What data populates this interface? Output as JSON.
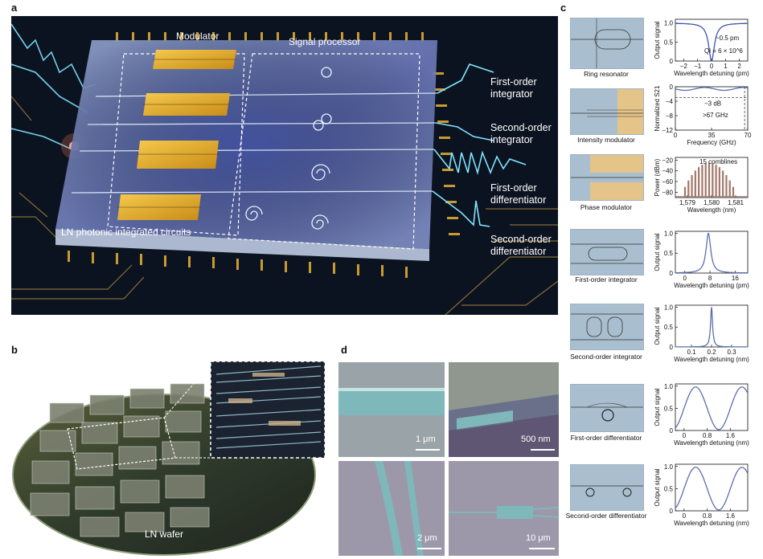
{
  "panel_labels": {
    "a": "a",
    "b": "b",
    "c": "c",
    "d": "d"
  },
  "panel_a": {
    "modulator": "Modulator",
    "signal_processor": "Signal processor",
    "first_order_integrator": [
      "First-order",
      "integrator"
    ],
    "second_order_integrator": [
      "Second-order",
      "integrator"
    ],
    "first_order_differentiator": [
      "First-order",
      "differentiator"
    ],
    "second_order_differentiator": [
      "Second-order",
      "differentiator"
    ],
    "chip_label": "LN photonic integrated circuits"
  },
  "panel_b": {
    "wafer_label": "LN wafer"
  },
  "panel_d": {
    "scales": [
      "1 μm",
      "500 nm",
      "2 μm",
      "10 μm"
    ]
  },
  "panel_c": {
    "captions": [
      "Ring resonator",
      "Intensity modulator",
      "Phase modulator",
      "First-order integrator",
      "Second-order integrator",
      "First-order differentiator",
      "Second-order differentiator"
    ]
  },
  "chart_data": [
    {
      "type": "line",
      "name": "ring",
      "ylabel": "Output signal",
      "xlabel": "Wavelength detuning (pm)",
      "xlim": [
        -2.6,
        2.6
      ],
      "ylim": [
        0,
        1.1
      ],
      "xticks": [
        "−2",
        "−1",
        "0",
        "1",
        "2"
      ],
      "yticks": [
        "0",
        "0.5",
        "1.0"
      ],
      "annotations": [
        "~0.5 pm",
        "Qi = 6 × 10^6"
      ]
    },
    {
      "type": "line",
      "name": "intensity",
      "ylabel": "Normalized S21",
      "xlabel": "Frequency (GHz)",
      "xlim": [
        0,
        70
      ],
      "ylim": [
        -12,
        0
      ],
      "xticks": [
        "0",
        "35",
        "70"
      ],
      "yticks": [
        "0",
        "−4",
        "−8",
        "−12"
      ],
      "annotations": [
        "−3 dB",
        ">67 GHz"
      ]
    },
    {
      "type": "line",
      "name": "phase",
      "ylabel": "Power (dBm)",
      "xlabel": "Wavelength (nm)",
      "xlim": [
        1578.5,
        1581.5
      ],
      "ylim": [
        -90,
        -15
      ],
      "xticks": [
        "1,579",
        "1,580",
        "1,581"
      ],
      "yticks": [
        "−20",
        "−40",
        "−60",
        "−80"
      ],
      "annotations": [
        "15 comblines"
      ],
      "comb_lines": 15
    },
    {
      "type": "line",
      "name": "first_integrator",
      "ylabel": "Output signal",
      "xlabel": "Wavelength detuning (pm)",
      "xlim": [
        -3,
        20
      ],
      "ylim": [
        0,
        1.05
      ],
      "xticks": [
        "0",
        "8",
        "16"
      ],
      "yticks": [
        "0",
        "0.5",
        "1.0"
      ],
      "peak_x": 7.5
    },
    {
      "type": "line",
      "name": "second_integrator",
      "ylabel": "Output signal",
      "xlabel": "Wavelength detuning (nm)",
      "xlim": [
        0.02,
        0.38
      ],
      "ylim": [
        0,
        1.05
      ],
      "xticks": [
        "0.1",
        "0.2",
        "0.3"
      ],
      "yticks": [
        "0",
        "0.5",
        "1.0"
      ],
      "peak_x": 0.2
    },
    {
      "type": "line",
      "name": "first_diff",
      "ylabel": "Output signal",
      "xlabel": "Wavelength detuning (nm)",
      "xlim": [
        -0.3,
        2.2
      ],
      "ylim": [
        0,
        1.05
      ],
      "xticks": [
        "0",
        "0.8",
        "1.6"
      ],
      "yticks": [
        "0",
        "0.5",
        "1.0"
      ],
      "period_nm": 1.6
    },
    {
      "type": "line",
      "name": "second_diff",
      "ylabel": "Output signal",
      "xlabel": "Wavelength detuning (nm)",
      "xlim": [
        -0.3,
        2.2
      ],
      "ylim": [
        0,
        1.05
      ],
      "xticks": [
        "0",
        "0.8",
        "1.6"
      ],
      "yticks": [
        "0",
        "0.5",
        "1.0"
      ],
      "period_nm": 1.6
    }
  ],
  "colors": {
    "gold": "#e0a92a",
    "cyan": "#7fe3ff",
    "plot_blue": "#5b6fae",
    "plot_brown": "#a2776b",
    "sem_teal": "#7fb8ba"
  }
}
